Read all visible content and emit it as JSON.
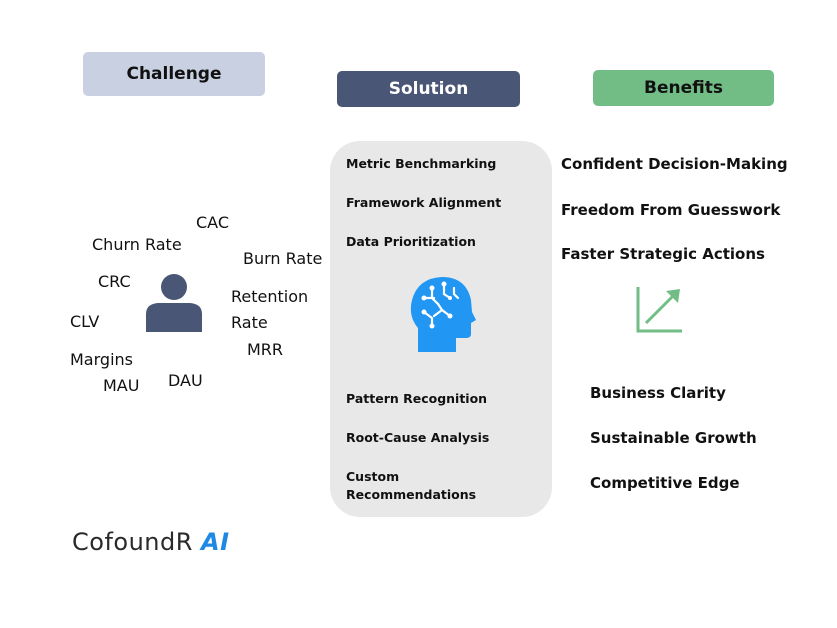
{
  "headers": {
    "challenge": "Challenge",
    "solution": "Solution",
    "benefits": "Benefits"
  },
  "challenge": {
    "icon": "person-icon",
    "metrics": [
      "CAC",
      "Churn Rate",
      "Burn Rate",
      "CRC",
      "Retention",
      "Rate",
      "CLV",
      "MRR",
      "Margins",
      "MAU",
      "DAU"
    ]
  },
  "solution": {
    "icon": "brain-circuit-head-icon",
    "top_items": [
      "Metric Benchmarking",
      "Framework Alignment",
      "Data Prioritization"
    ],
    "bottom_items": [
      "Pattern Recognition",
      "Root-Cause Analysis",
      "Custom",
      "Recommendations"
    ]
  },
  "benefits": {
    "icon": "growth-chart-icon",
    "top_items": [
      "Confident Decision-Making",
      "Freedom From Guesswork",
      "Faster Strategic Actions"
    ],
    "bottom_items": [
      "Business Clarity",
      "Sustainable Growth",
      "Competitive Edge"
    ]
  },
  "logo": {
    "name": "CofoundR",
    "suffix": "AI"
  },
  "colors": {
    "challenge_header": "#c8d0e2",
    "solution_header": "#4a5675",
    "benefits_header": "#72bd86",
    "person_icon": "#4a5675",
    "brain_icon": "#2196f3",
    "growth_icon": "#72bd86",
    "logo_ai": "#1e88e5"
  }
}
